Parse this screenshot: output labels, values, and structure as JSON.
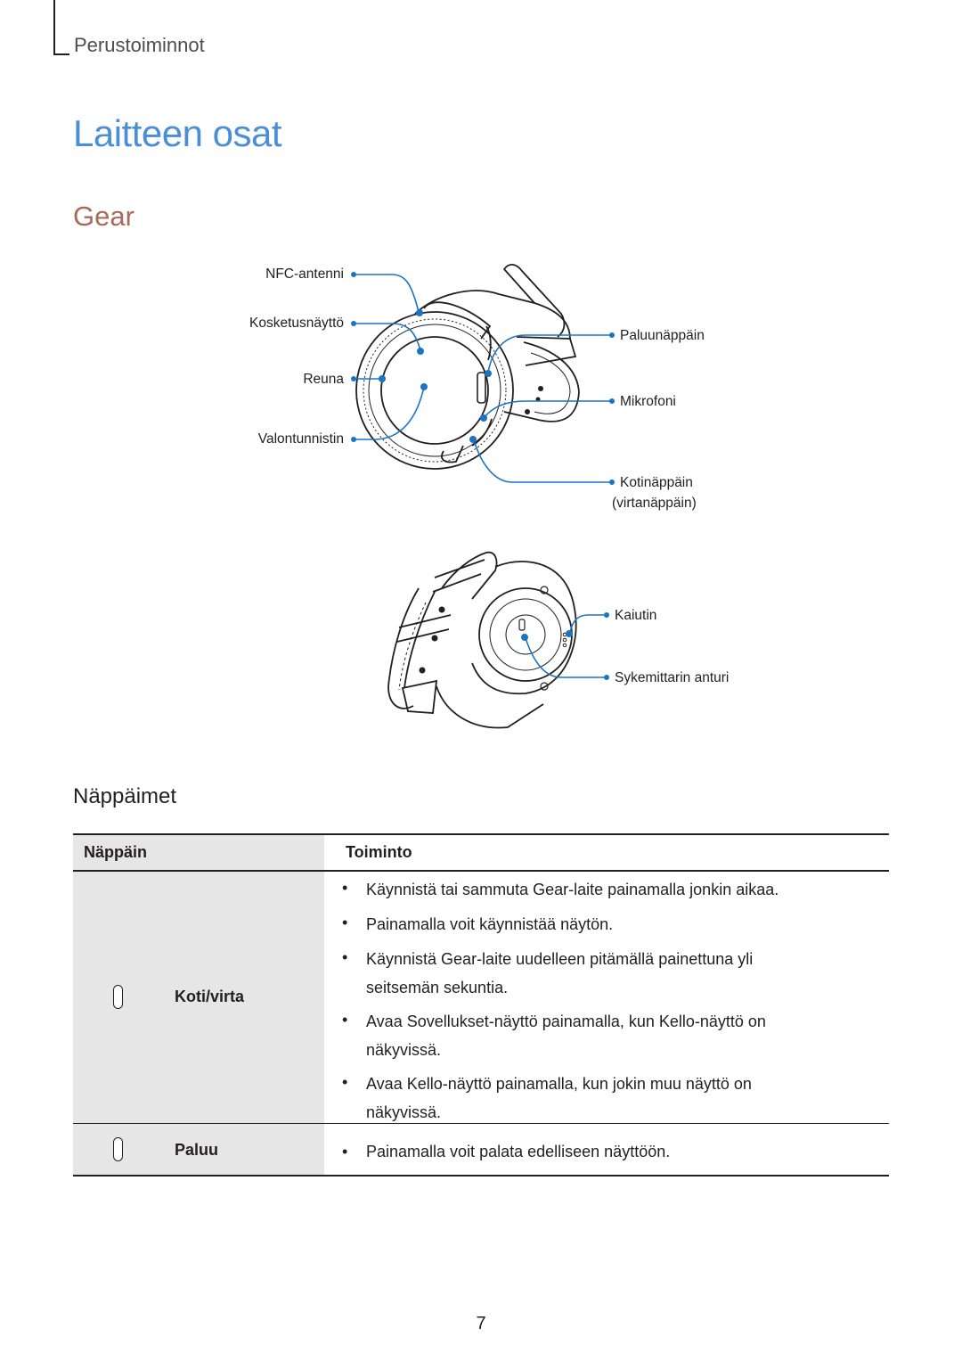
{
  "header": {
    "section_label": "Perustoiminnot"
  },
  "page": {
    "title": "Laitteen osat",
    "subtitle": "Gear",
    "number": "7"
  },
  "figure": {
    "labels": {
      "nfc_antenna": "NFC-antenni",
      "touchscreen": "Kosketusnäyttö",
      "bezel": "Reuna",
      "light_sensor": "Valontunnistin",
      "back_key": "Paluunäppäin",
      "microphone": "Mikrofoni",
      "home_key_line1": "Kotinäppäin",
      "home_key_line2": "(virtanäppäin)",
      "speaker": "Kaiutin",
      "heart_rate_sensor": "Sykemittarin anturi"
    }
  },
  "keys_section": {
    "heading": "Näppäimet",
    "table": {
      "headers": {
        "key": "Näppäin",
        "function": "Toiminto"
      },
      "rows": [
        {
          "key": "Koti/virta",
          "icon": "side-key-icon",
          "items": [
            "Käynnistä tai sammuta Gear-laite painamalla jonkin aikaa.",
            "Painamalla voit käynnistää näytön.",
            "Käynnistä Gear-laite uudelleen pitämällä painettuna yli seitsemän sekuntia.",
            "Avaa Sovellukset-näyttö painamalla, kun Kello-näyttö on näkyvissä.",
            "Avaa Kello-näyttö painamalla, kun jokin muu näyttö on näkyvissä."
          ]
        },
        {
          "key": "Paluu",
          "icon": "side-key-icon",
          "items": [
            "Painamalla voit palata edelliseen näyttöön."
          ]
        }
      ]
    }
  },
  "colors": {
    "title": "#4a8fd6",
    "subtitle": "#a86a5a",
    "callout": "#1a74c2",
    "key_column": "#e6e6e6"
  }
}
